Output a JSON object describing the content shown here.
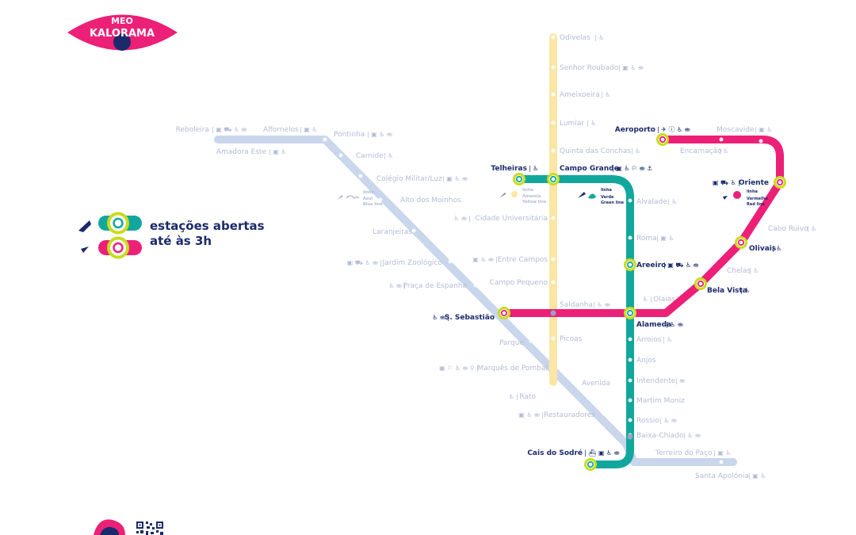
{
  "logo": {
    "line1": "MEO",
    "line2": "KALORAMA"
  },
  "legend": {
    "line1": "estações abertas",
    "line2": "até às 3h"
  },
  "colors": {
    "blue": "#c9d6ec",
    "yellow": "#fbe6a6",
    "green": "#12a79d",
    "red": "#ec2076",
    "lime": "#c8dc1e",
    "navy": "#1b2a6b",
    "pale_text": "#b3bcd6"
  },
  "line_badges": {
    "azul": {
      "word": "linha",
      "name": "Azul",
      "english": "Blue line"
    },
    "amarela": {
      "word": "linha",
      "name": "Amarela",
      "english": "Yellow line"
    },
    "verde": {
      "word": "linha",
      "name": "Verde",
      "english": "Green line"
    },
    "vermelha": {
      "word": "linha",
      "name": "Vermelha",
      "english": "Red line"
    }
  },
  "stations": {
    "odivelas": {
      "name": "Odivelas",
      "amenities": "| ♿"
    },
    "senhor_roubado": {
      "name": "Senhor Roubado",
      "amenities": "| ▣ ♿ ⛂"
    },
    "ameixoeira": {
      "name": "Ameixoeira",
      "amenities": "| ♿"
    },
    "lumiar": {
      "name": "Lumiar",
      "amenities": "| ♿"
    },
    "quinta_conchas": {
      "name": "Quinta das Conchas",
      "amenities": "| ♿"
    },
    "campo_grande": {
      "name": "Campo Grande",
      "amenities": "| ▣ ♿ ⚐ ⛂ ⚓"
    },
    "telheiras": {
      "name": "Telheiras",
      "amenities": "| ♿"
    },
    "cidade_universitaria": {
      "name": "Cidade Universitária",
      "amenities": "♿ ⛂ |"
    },
    "entre_campos": {
      "name": "Entre Campos",
      "amenities": "▣ ♿ ⛂ |"
    },
    "campo_pequeno": {
      "name": "Campo Pequeno",
      "amenities": ""
    },
    "saldanha": {
      "name": "Saldanha",
      "amenities": "| ♿ ⛂"
    },
    "picoas": {
      "name": "Picoas",
      "amenities": ""
    },
    "marques_pombal": {
      "name": "Marquês de Pombal",
      "amenities": "▣ ⚐ ♿ ⛂ ⚲ |"
    },
    "rato": {
      "name": "Rato",
      "amenities": "♿ |"
    },
    "reboleira": {
      "name": "Reboleira",
      "amenities": "| ▣ ⛟ ♿ ⛂"
    },
    "alfornelos": {
      "name": "Alfornelos",
      "amenities": "| ▣ ♿"
    },
    "amadora_este": {
      "name": "Amadora Este",
      "amenities": "| ▣ ♿"
    },
    "pontinha": {
      "name": "Pontinha",
      "amenities": "| ▣ ♿ ⛂"
    },
    "carnide": {
      "name": "Carnide",
      "amenities": "| ♿"
    },
    "colegio_militar": {
      "name": "Colégio Militar/Luz",
      "amenities": "| ▣ ♿ ⛂"
    },
    "alto_moinhos": {
      "name": "Alto dos Moinhos",
      "amenities": ""
    },
    "laranjeiras": {
      "name": "Laranjeiras",
      "amenities": ""
    },
    "jardim_zoologico": {
      "name": "Jardim Zoológico",
      "amenities": "▣ ⛟ ♿ ⛂ |"
    },
    "praca_espanha": {
      "name": "Praça de Espanha",
      "amenities": "♿ ⛂ |"
    },
    "s_sebastiao": {
      "name": "S. Sebastião",
      "amenities": "♿ ⛂ |"
    },
    "parque": {
      "name": "Parque",
      "amenities": ""
    },
    "avenida": {
      "name": "Avenida",
      "amenities": ""
    },
    "restauradores": {
      "name": "Restauradores",
      "amenities": "▣ ♿ ⛂ |"
    },
    "baixa_chiado": {
      "name": "Baixa-Chiado",
      "amenities": "| ♿ ⛂"
    },
    "terreiro_paco": {
      "name": "Terreiro do Paço",
      "amenities": "| ▣ ♿"
    },
    "santa_apolonia": {
      "name": "Santa Apolónia",
      "amenities": "| ▣ ♿"
    },
    "cais_sodre": {
      "name": "Cais do Sodré",
      "amenities": "| ⛴ ▣ ♿ ⛂"
    },
    "rossio": {
      "name": "Rossio",
      "amenities": "| ♿ ⛂"
    },
    "martim_moniz": {
      "name": "Martim Moniz",
      "amenities": ""
    },
    "intendente": {
      "name": "Intendente",
      "amenities": "| ⛂"
    },
    "anjos": {
      "name": "Anjos",
      "amenities": ""
    },
    "arroios": {
      "name": "Arroios",
      "amenities": "| ♿"
    },
    "alameda": {
      "name": "Alameda",
      "amenities": "| ♿ ⛂"
    },
    "olaias": {
      "name": "Olaias",
      "amenities": "♿ |"
    },
    "areeiro": {
      "name": "Areeiro",
      "amenities": "| ▣ ⛟ ♿ ⛂"
    },
    "roma": {
      "name": "Roma",
      "amenities": "| ▣ ♿"
    },
    "alvalade": {
      "name": "Alvalade",
      "amenities": "| ♿"
    },
    "aeroporto": {
      "name": "Aeroporto",
      "amenities": "| ✈ ⓘ ♿ ⛂"
    },
    "encarnacao": {
      "name": "Encarnação",
      "amenities": "| ♿"
    },
    "moscavide": {
      "name": "Moscavide",
      "amenities": "| ▣ ♿"
    },
    "oriente": {
      "name": "Oriente",
      "amenities": "▣ ⛟ ♿ |"
    },
    "cabo_ruivo": {
      "name": "Cabo Ruivo",
      "amenities": "| ♿"
    },
    "olivais": {
      "name": "Olivais",
      "amenities": "| ♿"
    },
    "chelas": {
      "name": "Chelas",
      "amenities": "| ♿"
    },
    "bela_vista": {
      "name": "Bela Vista",
      "amenities": "| ♿"
    }
  }
}
